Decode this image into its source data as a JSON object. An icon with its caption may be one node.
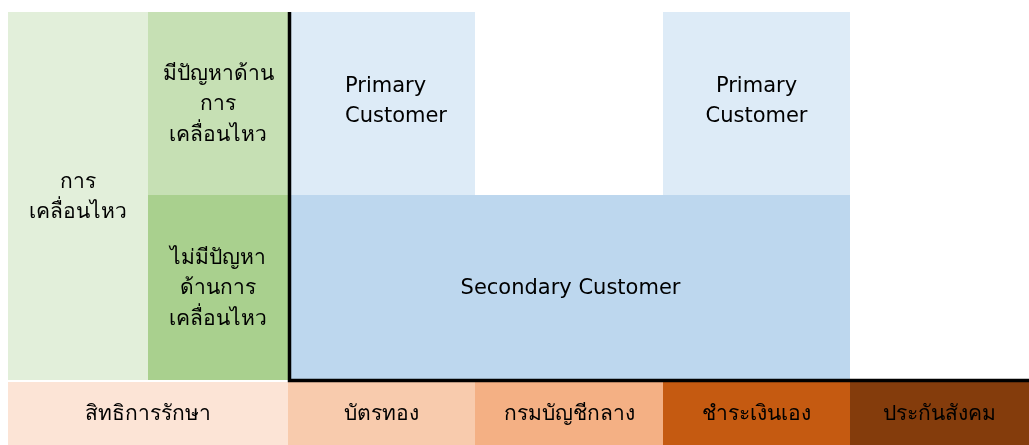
{
  "diagram": {
    "nodes": [
      {
        "text": [
          "การเคลื่อนไหว"
        ]
      },
      {
        "text": [
          "มีปัญหาด้านการเคลื่อนไหว"
        ]
      },
      {
        "text": [
          "ไม่มีปัญหาด้านการเคลื่อนไหว"
        ]
      },
      {
        "text": [
          "Primary Customer"
        ]
      },
      {
        "text": [
          "Primary Customer"
        ]
      },
      {
        "text": [
          "Secondary Customer"
        ]
      },
      {
        "text": [
          "สิทธิการรักษา"
        ]
      },
      {
        "text": [
          "บัตรทอง"
        ]
      },
      {
        "text": [
          "กรมบัญชีกลาง"
        ]
      },
      {
        "text": [
          "ชำระเงินเอง"
        ]
      },
      {
        "text": [
          "ประกันสังคม"
        ]
      }
    ]
  }
}
